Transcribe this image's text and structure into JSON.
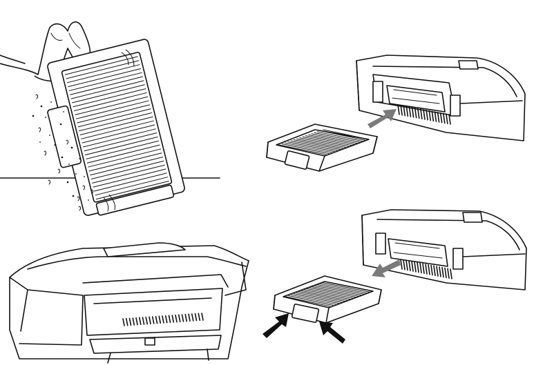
{
  "illustration": {
    "panels": [
      {
        "id": "tap-filter",
        "icon": "hand-tapping-filter-icon"
      },
      {
        "id": "insert-filter",
        "icon": "filter-insert-arrow-icon"
      },
      {
        "id": "dustbin-open",
        "icon": "dustbin-comb-icon"
      },
      {
        "id": "remove-filter",
        "icon": "filter-remove-arrows-icon"
      }
    ],
    "colors": {
      "line": "#111111",
      "arrow": "#777777",
      "arrow_dark": "#111111",
      "background": "#ffffff"
    }
  }
}
